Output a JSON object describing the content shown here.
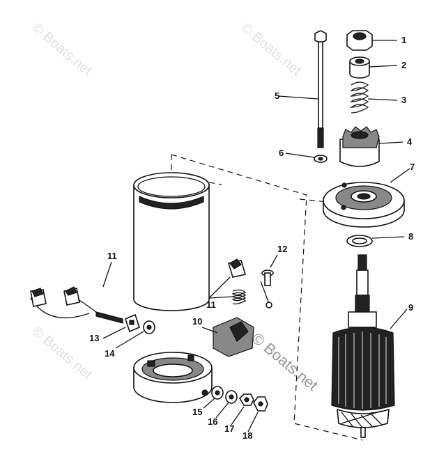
{
  "watermark": "© Boats.net",
  "callouts": [
    "1",
    "2",
    "3",
    "4",
    "5",
    "6",
    "7",
    "8",
    "9",
    "10",
    "11",
    "11",
    "12",
    "13",
    "14",
    "15",
    "16",
    "17",
    "18"
  ]
}
